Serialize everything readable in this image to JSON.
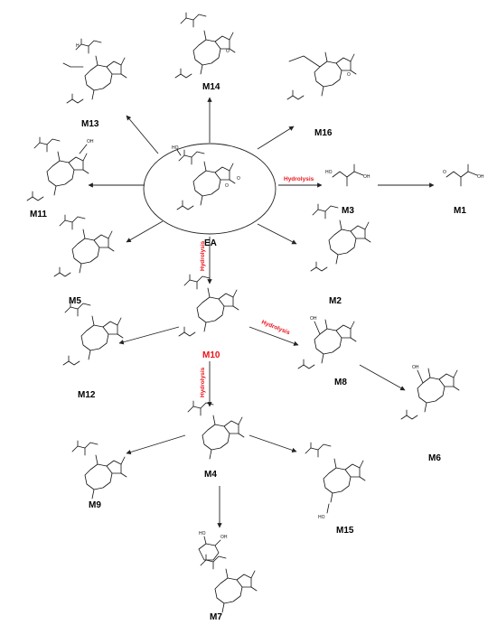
{
  "labels": {
    "EA": "EA",
    "M1": "M1",
    "M2": "M2",
    "M3": "M3",
    "M4": "M4",
    "M5": "M5",
    "M6": "M6",
    "M7": "M7",
    "M8": "M8",
    "M9": "M9",
    "M10": "M10",
    "M11": "M11",
    "M12": "M12",
    "M13": "M13",
    "M14": "M14",
    "M15": "M15",
    "M16": "M16"
  },
  "reactions": {
    "hydrolysis": "Hydrolysis"
  },
  "atoms": {
    "O": "O",
    "OH": "OH",
    "HO": "HO",
    "H": "H"
  },
  "colors": {
    "highlight": "#e8141b",
    "ink": "#111111"
  }
}
